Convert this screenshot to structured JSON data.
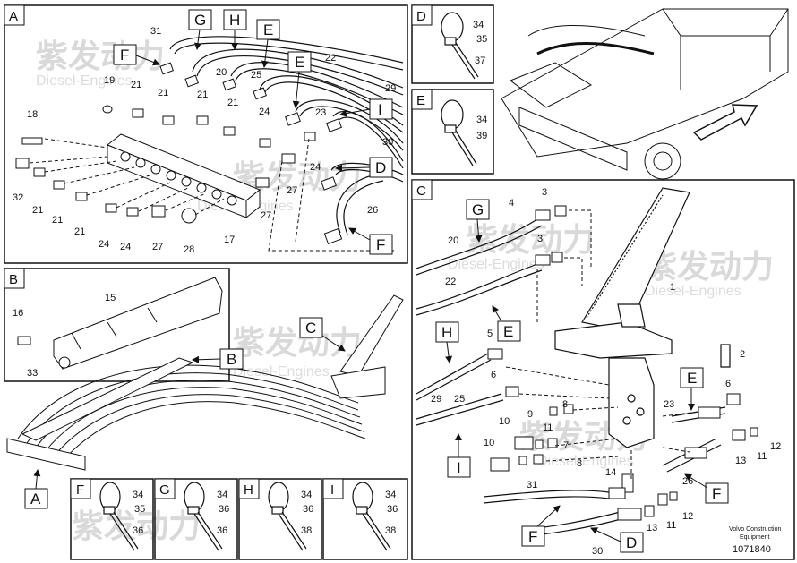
{
  "panels": {
    "A": {
      "tag": "A"
    },
    "B": {
      "tag": "B"
    },
    "C": {
      "tag": "C"
    },
    "D": {
      "tag": "D",
      "numbers": [
        "34",
        "35",
        "37"
      ]
    },
    "E": {
      "tag": "E",
      "numbers": [
        "34",
        "39"
      ]
    },
    "F": {
      "tag": "F",
      "numbers": [
        "34",
        "35",
        "36"
      ]
    },
    "G": {
      "tag": "G",
      "numbers": [
        "34",
        "36",
        "36"
      ]
    },
    "H": {
      "tag": "H",
      "numbers": [
        "34",
        "36",
        "38"
      ]
    },
    "I": {
      "tag": "I",
      "numbers": [
        "34",
        "36",
        "38"
      ]
    }
  },
  "panelA": {
    "tags": [
      "F",
      "G",
      "H",
      "E",
      "E",
      "I",
      "D",
      "F"
    ],
    "numbers": [
      "31",
      "20",
      "25",
      "22",
      "19",
      "21",
      "21",
      "21",
      "21",
      "24",
      "23",
      "29",
      "18",
      "30",
      "24",
      "32",
      "21",
      "21",
      "21",
      "24",
      "24",
      "27",
      "28",
      "17",
      "27",
      "27",
      "26"
    ]
  },
  "panelB": {
    "numbers": [
      "15",
      "16",
      "33"
    ]
  },
  "overview": {
    "tags": [
      "C",
      "B",
      "A"
    ]
  },
  "panelC": {
    "tags": [
      "G",
      "E",
      "H",
      "E",
      "I",
      "F",
      "F",
      "D"
    ],
    "numbers": [
      "3",
      "4",
      "20",
      "3",
      "22",
      "1",
      "5",
      "2",
      "6",
      "29",
      "25",
      "9",
      "8",
      "10",
      "11",
      "23",
      "6",
      "10",
      "7",
      "8",
      "12",
      "13",
      "11",
      "14",
      "26",
      "31",
      "13",
      "11",
      "12",
      "30"
    ]
  },
  "footer": {
    "line1": "Volvo Construction",
    "line2": "Equipment",
    "code": "1071840"
  },
  "watermark": {
    "brand": "紫发动力",
    "sub": "Diesel-Engines"
  }
}
